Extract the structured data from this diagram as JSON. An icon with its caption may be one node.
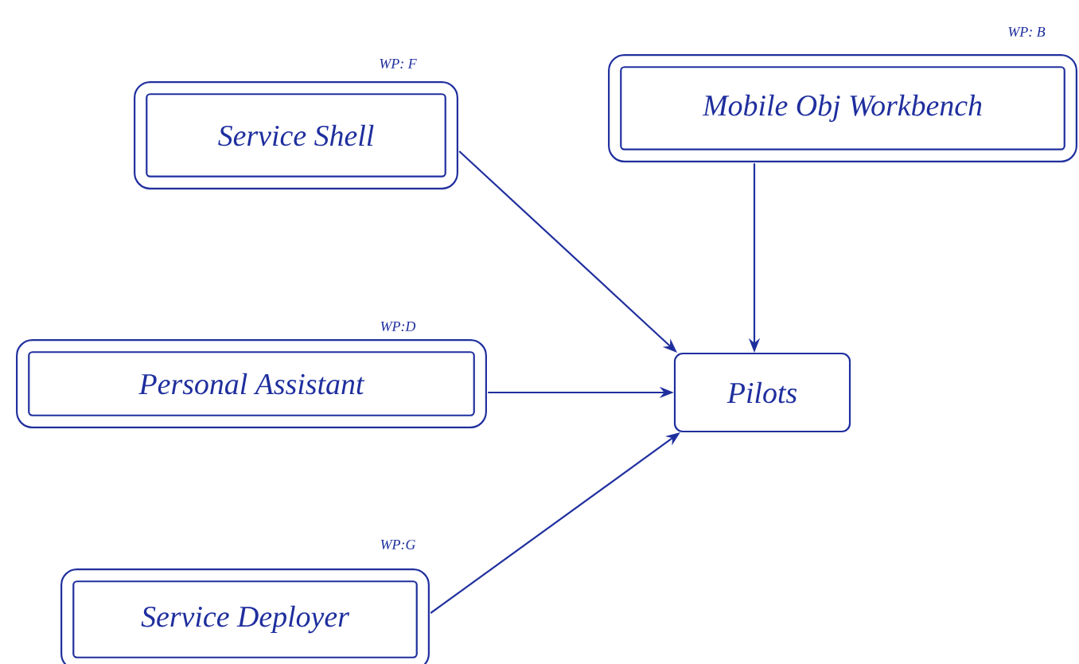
{
  "diagram": {
    "nodes": [
      {
        "text": [
          "Service Shell"
        ],
        "beside": [
          "WP: F"
        ]
      },
      {
        "text": [
          "Mobile Obj Workbench"
        ],
        "beside": [
          "WP: B"
        ]
      },
      {
        "text": [
          "Personal Assistant"
        ],
        "beside": [
          "WP:D"
        ]
      },
      {
        "text": [
          "Pilots"
        ]
      },
      {
        "text": [
          "Service Deployer"
        ],
        "beside": [
          "WP:G"
        ]
      }
    ],
    "edges": [
      {
        "from": 0,
        "to": 3,
        "arrow": "to"
      },
      {
        "from": 1,
        "to": 3,
        "arrow": "to"
      },
      {
        "from": 2,
        "to": 3,
        "arrow": "to"
      },
      {
        "from": 4,
        "to": 3,
        "arrow": "to"
      }
    ]
  }
}
